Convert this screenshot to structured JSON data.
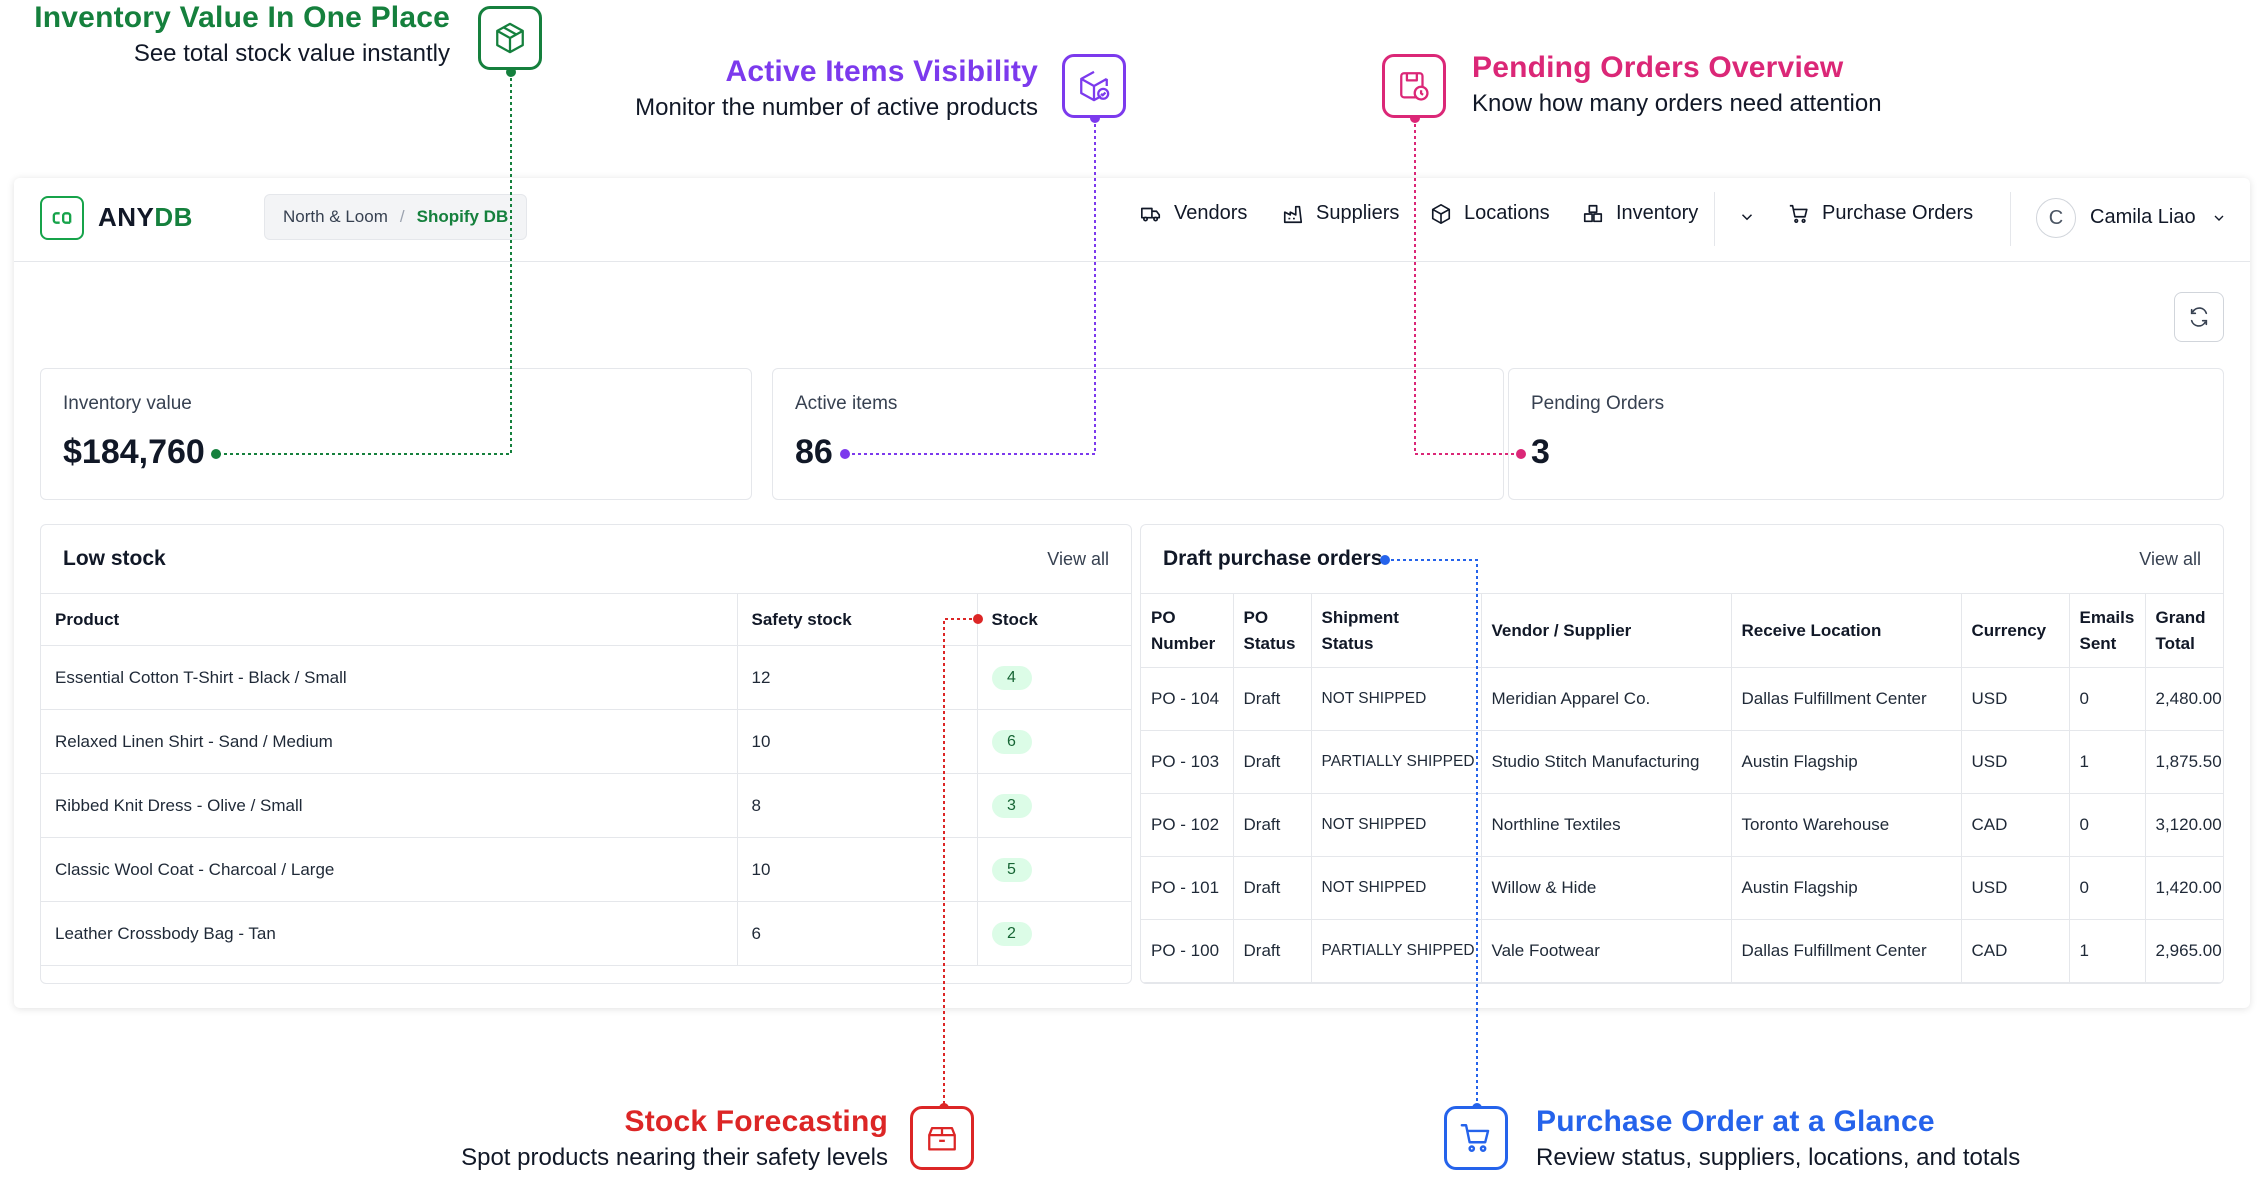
{
  "callouts": {
    "inventory": {
      "title": "Inventory Value In One Place",
      "subtitle": "See total stock value instantly",
      "color": "#15803d",
      "icon": "package-icon"
    },
    "active": {
      "title": "Active Items Visibility",
      "subtitle": "Monitor the number of active products",
      "color": "#7c3aed",
      "icon": "package-check-icon"
    },
    "pending": {
      "title": "Pending Orders Overview",
      "subtitle": "Know how many orders need attention",
      "color": "#db2777",
      "icon": "order-clock-icon"
    },
    "forecast": {
      "title": "Stock Forecasting",
      "subtitle": "Spot products nearing their safety levels",
      "color": "#dc2626",
      "icon": "box-open-icon"
    },
    "purchase": {
      "title": "Purchase Order at a Glance",
      "subtitle": "Review status, suppliers, locations, and totals",
      "color": "#2563eb",
      "icon": "cart-icon"
    }
  },
  "app": {
    "logo": {
      "text_main": "ANY",
      "text_accent": "DB",
      "color": "#16a34a"
    },
    "breadcrumb": {
      "store": "North & Loom",
      "separator": "/",
      "db": "Shopify DB"
    },
    "nav": {
      "vendors": "Vendors",
      "suppliers": "Suppliers",
      "locations": "Locations",
      "inventory": "Inventory",
      "purchase_orders": "Purchase Orders"
    },
    "user": {
      "initial": "C",
      "name": "Camila Liao"
    }
  },
  "stats": {
    "inventory_value": {
      "label": "Inventory value",
      "value": "$184,760"
    },
    "active_items": {
      "label": "Active items",
      "value": "86"
    },
    "pending_orders": {
      "label": "Pending Orders",
      "value": "3"
    }
  },
  "low_stock": {
    "title": "Low stock",
    "view_all": "View all",
    "columns": [
      "Product",
      "Safety stock",
      "Stock"
    ],
    "rows": [
      {
        "product": "Essential Cotton T-Shirt - Black / Small",
        "safety": "12",
        "stock": "4"
      },
      {
        "product": "Relaxed Linen Shirt - Sand / Medium",
        "safety": "10",
        "stock": "6"
      },
      {
        "product": "Ribbed Knit Dress - Olive / Small",
        "safety": "8",
        "stock": "3"
      },
      {
        "product": "Classic Wool Coat - Charcoal / Large",
        "safety": "10",
        "stock": "5"
      },
      {
        "product": "Leather Crossbody Bag - Tan",
        "safety": "6",
        "stock": "2"
      }
    ]
  },
  "draft_po": {
    "title": "Draft purchase orders",
    "view_all": "View all",
    "columns": {
      "po_number": [
        "PO",
        "Number"
      ],
      "po_status": [
        "PO",
        "Status"
      ],
      "shipment_status": [
        "Shipment",
        "Status"
      ],
      "vendor": "Vendor / Supplier",
      "location": "Receive Location",
      "currency": "Currency",
      "emails_sent": [
        "Emails",
        "Sent"
      ],
      "grand_total": [
        "Grand",
        "Total"
      ]
    },
    "rows": [
      {
        "po": "PO - 104",
        "status": "Draft",
        "shipment": "NOT SHIPPED",
        "vendor": "Meridian Apparel Co.",
        "location": "Dallas Fulfillment Center",
        "currency": "USD",
        "emails": "0",
        "total": "2,480.00"
      },
      {
        "po": "PO - 103",
        "status": "Draft",
        "shipment": "PARTIALLY SHIPPED",
        "vendor": "Studio Stitch Manufacturing",
        "location": "Austin Flagship",
        "currency": "USD",
        "emails": "1",
        "total": "1,875.50"
      },
      {
        "po": "PO - 102",
        "status": "Draft",
        "shipment": "NOT SHIPPED",
        "vendor": "Northline Textiles",
        "location": "Toronto Warehouse",
        "currency": "CAD",
        "emails": "0",
        "total": "3,120.00"
      },
      {
        "po": "PO - 101",
        "status": "Draft",
        "shipment": "NOT SHIPPED",
        "vendor": "Willow & Hide",
        "location": "Austin Flagship",
        "currency": "USD",
        "emails": "0",
        "total": "1,420.00"
      },
      {
        "po": "PO - 100",
        "status": "Draft",
        "shipment": "PARTIALLY SHIPPED",
        "vendor": "Vale Footwear",
        "location": "Dallas Fulfillment Center",
        "currency": "CAD",
        "emails": "1",
        "total": "2,965.00"
      }
    ]
  }
}
